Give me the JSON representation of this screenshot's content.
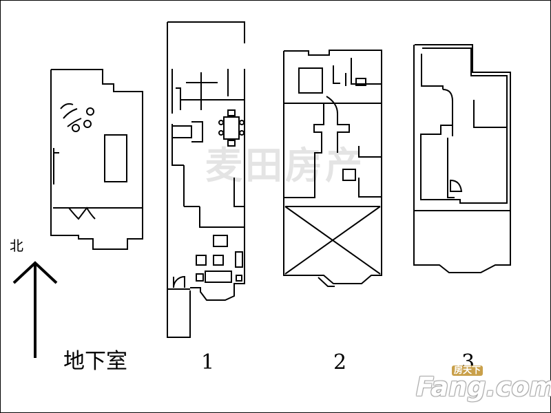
{
  "north_label": "北",
  "floor_labels": {
    "basement": "地下室",
    "floor1": "1",
    "floor2": "2",
    "floor3": "3"
  },
  "watermark": {
    "chinese": "麦田房产",
    "brand_cn": "房天下",
    "brand_en": "Fang.com"
  },
  "colors": {
    "line": "#000000",
    "background": "#ffffff",
    "watermark": "#e4e4e4"
  }
}
